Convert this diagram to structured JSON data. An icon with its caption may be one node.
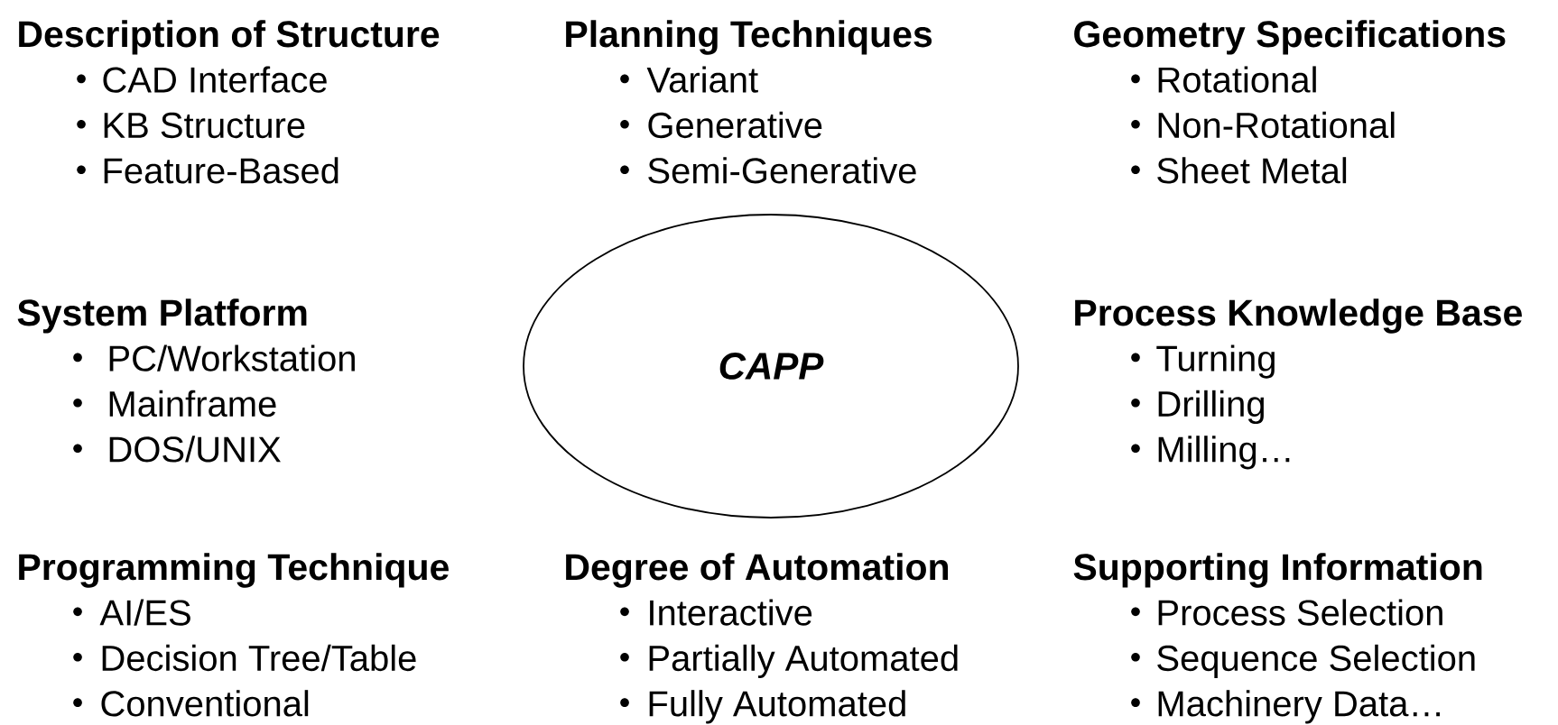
{
  "diagram": {
    "nodes": [
      {
        "text": [
          "CAPP"
        ]
      }
    ],
    "labels": [
      "Description of Structure",
      "CAD Interface",
      "KB Structure",
      "Feature-Based",
      "Planning Techniques",
      "Variant",
      "Generative",
      "Semi-Generative",
      "Geometry Specifications",
      "Rotational",
      "Non-Rotational",
      "Sheet Metal",
      "System Platform",
      "PC/Workstation",
      "Mainframe",
      "DOS/UNIX",
      "Process Knowledge Base",
      "Turning",
      "Drilling",
      "Milling…",
      "Programming Technique",
      "AI/ES",
      "Decision Tree/Table",
      "Conventional",
      "Degree of Automation",
      "Interactive",
      "Partially Automated",
      "Fully Automated",
      "Supporting Information",
      "Process Selection",
      "Sequence Selection",
      "Machinery Data…"
    ]
  }
}
